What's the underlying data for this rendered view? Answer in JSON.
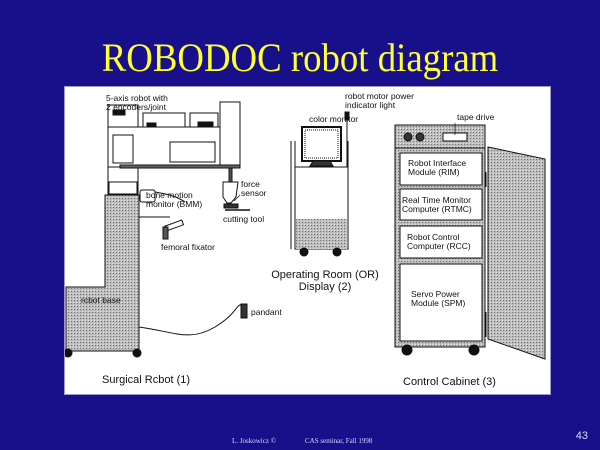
{
  "slide": {
    "title": "ROBODOC robot diagram",
    "page_number": "43",
    "footer_author": "L. Joskowicz ©",
    "footer_course": "CAS seminar, Fall 1998",
    "colors": {
      "background": "#18108a",
      "title": "#ffff33",
      "panel": "#ffffff"
    }
  },
  "diagram": {
    "surgical_robot": {
      "caption": "Surgical Rcbot (1)",
      "labels": {
        "robot_line1": "5-axis robot with",
        "robot_line2": "2 encoders/joint",
        "bmm_line1": "bone motion",
        "bmm_line2": "monitor (BMM)",
        "force_line1": "force",
        "force_line2": "sensor",
        "cutting_tool": "cutting tool",
        "femoral_fixator": "femoral fixator",
        "robot_base": "rcbot base",
        "pendant": "pandant"
      }
    },
    "or_display": {
      "caption_line1": "Operating Room (OR)",
      "caption_line2": "Display (2)",
      "labels": {
        "color_monitor": "color monitor",
        "light_line1": "robot motor power",
        "light_line2": "indicator light"
      }
    },
    "control_cabinet": {
      "caption": "Control Cabinet (3)",
      "labels": {
        "tape_drive": "tape drive",
        "rim_line1": "Robot Interface",
        "rim_line2": "Module (RIM)",
        "rtmc_line1": "Real Time Monitor",
        "rtmc_line2": "Computer (RTMC)",
        "rcc_line1": "Robot Control",
        "rcc_line2": "Computer (RCC)",
        "spm_line1": "Servo Power",
        "spm_line2": "Module (SPM)"
      }
    }
  }
}
